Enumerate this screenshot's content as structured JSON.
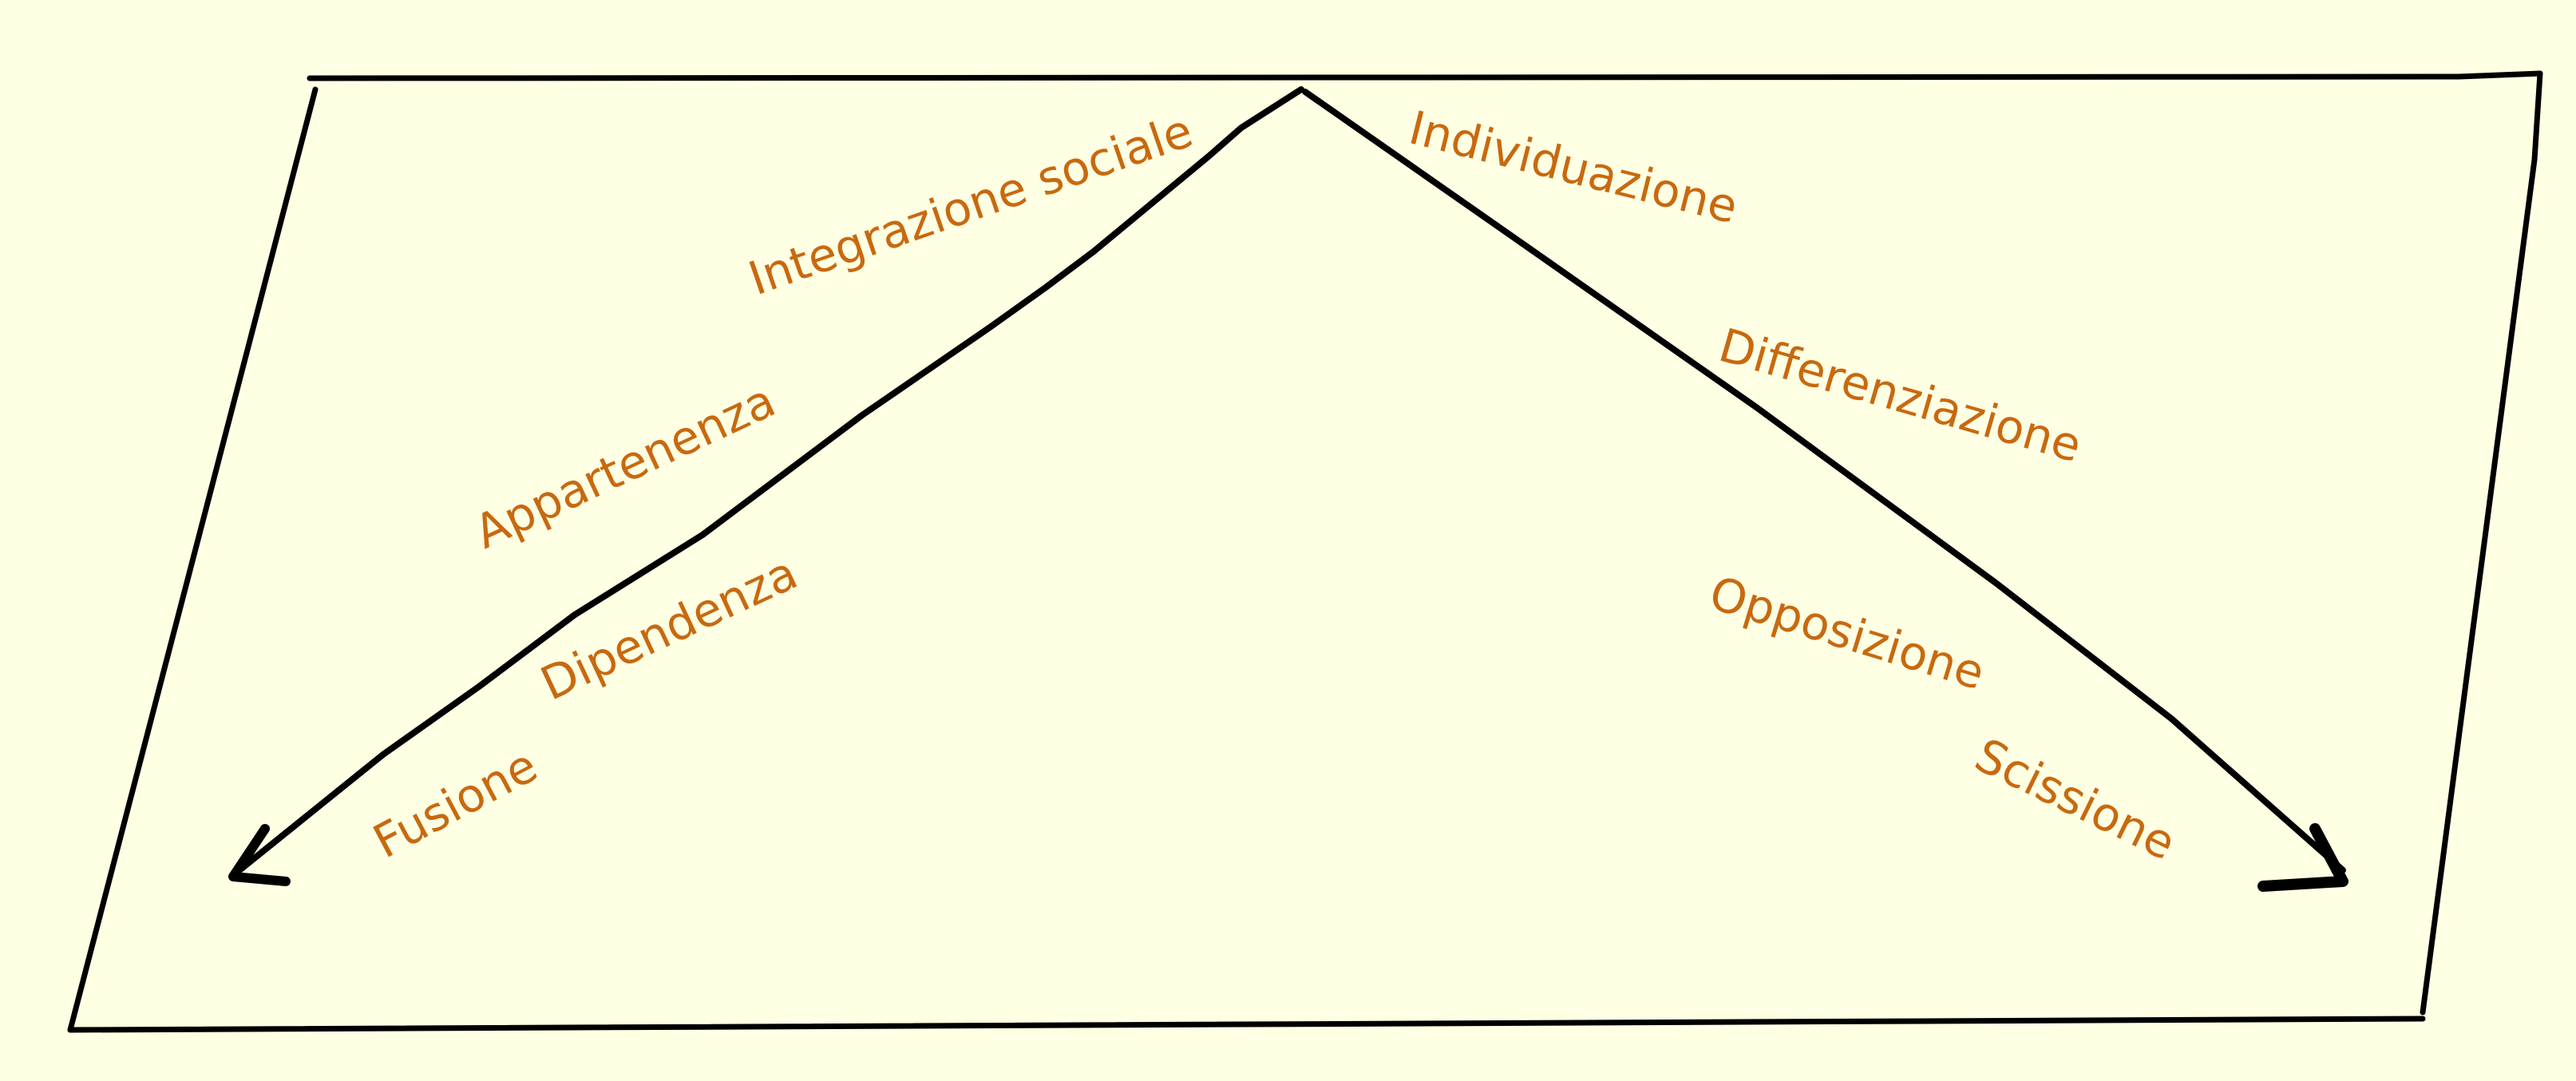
{
  "diagram": {
    "left_branch": {
      "labels": [
        "Integrazione sociale",
        "Appartenenza",
        "Dipendenza",
        "Fusione"
      ]
    },
    "right_branch": {
      "labels": [
        "Individuazione",
        "Differenziazione",
        "Opposizione",
        "Scissione"
      ]
    }
  },
  "colors": {
    "background": "#ffffe4",
    "label": "#c8690f",
    "line": "#000000"
  }
}
